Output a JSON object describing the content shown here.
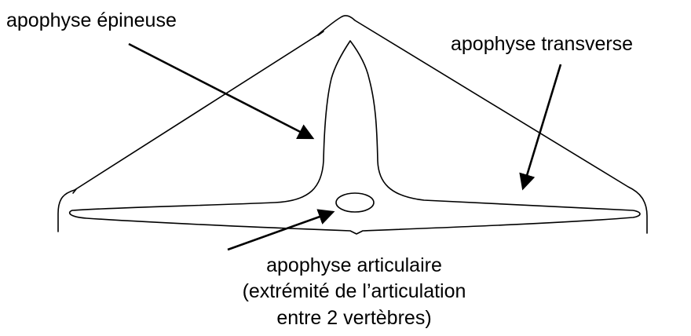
{
  "labels": {
    "spinous": "apophyse épineuse",
    "transverse": "apophyse transverse",
    "articular_line1": "apophyse articulaire",
    "articular_line2": "(extrémité de l’articulation",
    "articular_line3": "entre 2 vertèbres)"
  },
  "colors": {
    "stroke": "#000000",
    "background": "#ffffff"
  }
}
